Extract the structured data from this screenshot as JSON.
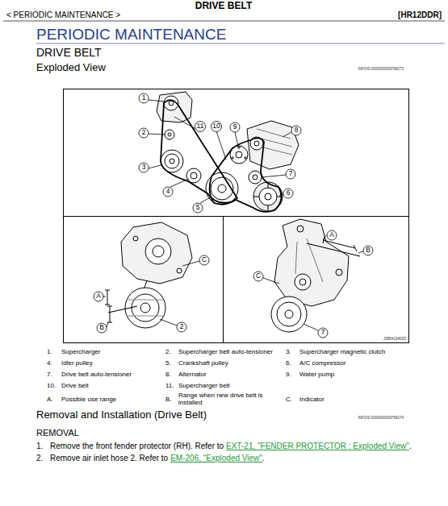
{
  "diagram": {
    "title": "DRIVE BELT",
    "labels": [
      "< PERIODIC MAINTENANCE >",
      "[HR12DDR]",
      "PERIODIC MAINTENANCE",
      "DRIVE BELT",
      "Exploded View",
      "INFOID:0000000009768273",
      "1",
      "11",
      "10",
      "9",
      "8",
      "2",
      "3",
      "7",
      "4",
      "6",
      "5",
      "C",
      "A",
      "B",
      "2",
      "A",
      "B",
      "C",
      "7",
      "JSBIA1940ZZ",
      "1.",
      "Supercharger",
      "2.",
      "Supercharger belt auto-tensioner",
      "3.",
      "Supercharger magnetic clutch",
      "4.",
      "Idler pulley",
      "5.",
      "Crankshaft pulley",
      "6.",
      "A/C compressor",
      "7.",
      "Drive belt auto-tensioner",
      "8.",
      "Alternator",
      "9.",
      "Water pump",
      "10.",
      "Drive belt",
      "11.",
      "Supercharger belt",
      "A.",
      "Possible use range",
      "B.",
      "Range when new drive belt is installed",
      "C.",
      "Indicator",
      "Removal and Installation (Drive Belt)",
      "INFOID:0000000009768274",
      "REMOVAL",
      "1.",
      "Remove the front fender protector (RH). Refer to",
      "EXT-21, \"FENDER PROTECTOR : Exploded View\"",
      ".",
      "2.",
      "Remove air inlet hose 2. Refer to",
      "EM-206, \"Exploded View\"",
      "."
    ]
  }
}
